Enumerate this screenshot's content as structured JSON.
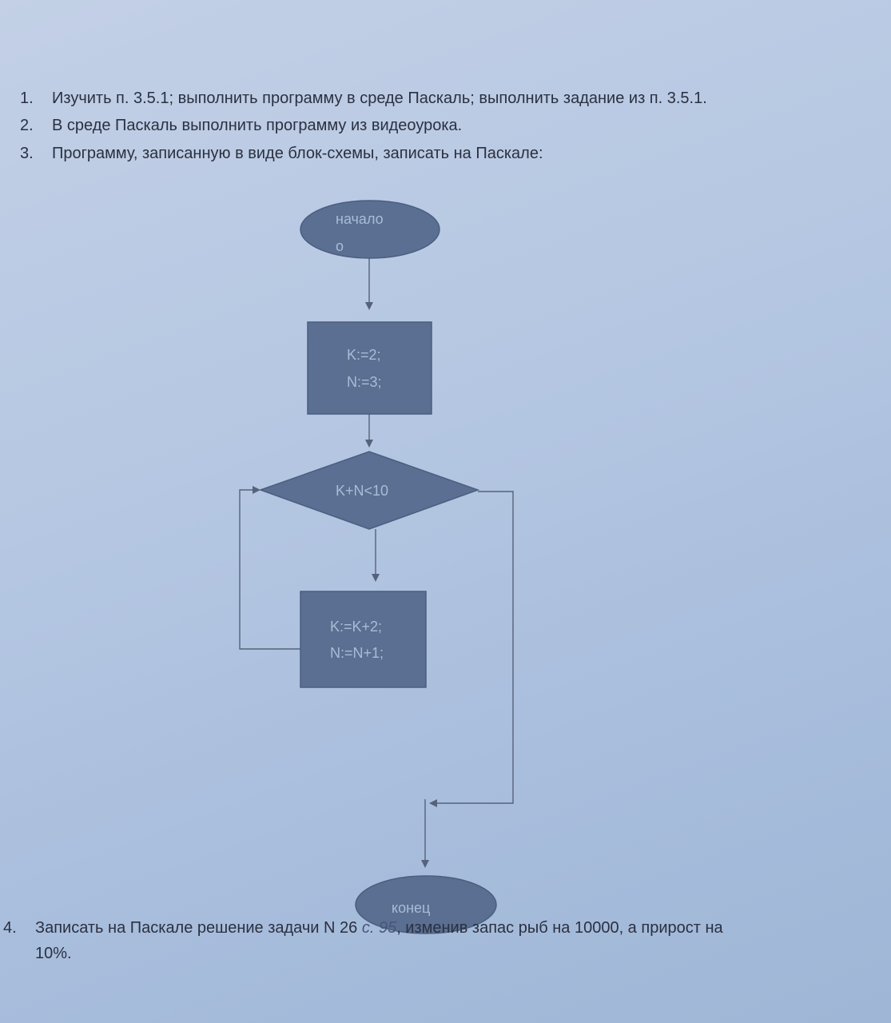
{
  "tasks": [
    {
      "number": "1.",
      "text": "Изучить п. 3.5.1; выполнить программу в среде Паскаль; выполнить задание из п. 3.5.1."
    },
    {
      "number": "2.",
      "text": "В среде Паскаль выполнить программу из видеоурока."
    },
    {
      "number": "3.",
      "text": "Программу, записанную в виде блок-схемы, записать на Паскале:"
    },
    {
      "number": "4.",
      "text_before": "Записать на Паскале решение задачи N 26",
      "handwritten": "с. 95",
      "text_after": ", изменив запас рыб на 10000, а прирост на",
      "text_line2": "10%."
    }
  ],
  "flowchart": {
    "start_line1": "начало",
    "start_line2": "о",
    "init_line1": "K:=2;",
    "init_line2": "N:=3;",
    "condition": "K+N<10",
    "body_line1": "K:=K+2;",
    "body_line2": "N:=N+1;",
    "end": "конец"
  }
}
